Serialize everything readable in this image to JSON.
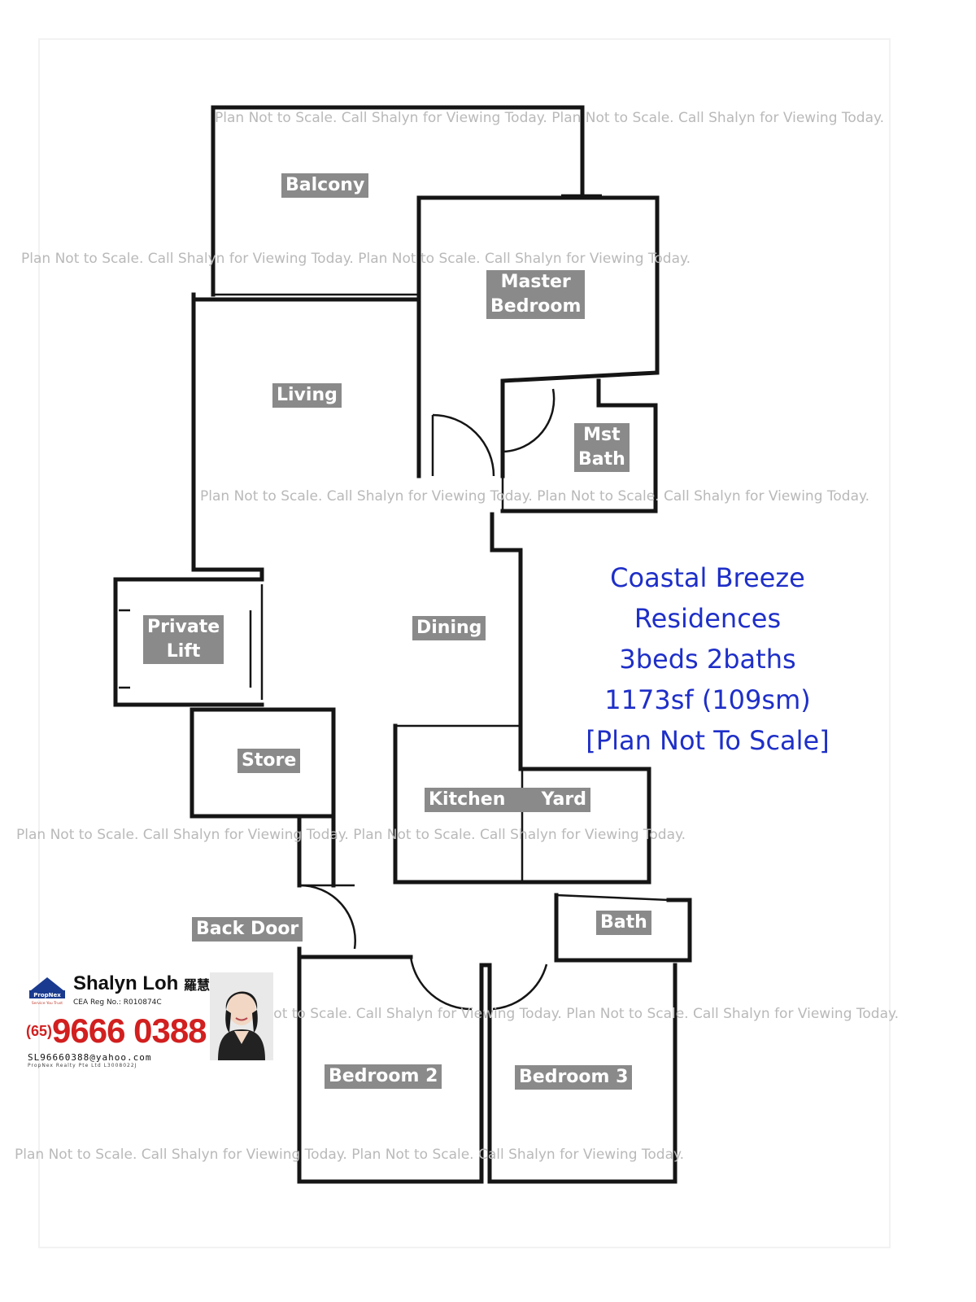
{
  "watermark_text": "Plan Not to Scale. Call Shalyn for Viewing Today. Plan Not to Scale. Call Shalyn for Viewing Today.",
  "rooms": {
    "balcony": "Balcony",
    "master_bedroom": [
      "Master",
      "Bedroom"
    ],
    "living": "Living",
    "mst_bath": [
      "Mst",
      "Bath"
    ],
    "private_lift": [
      "Private",
      "Lift"
    ],
    "dining": "Dining",
    "store": "Store",
    "kitchen": "Kitchen",
    "yard": "Yard",
    "back_door": "Back Door",
    "bath": "Bath",
    "bedroom_2": "Bedroom 2",
    "bedroom_3": "Bedroom 3"
  },
  "info": {
    "line1": "Coastal Breeze",
    "line2": "Residences",
    "line3": "3beds 2baths",
    "line4": "1173sf (109sm)",
    "line5": "[Plan Not To Scale]"
  },
  "agent": {
    "logo_text": "PropNex",
    "logo_tagline": "Service You Trust",
    "name": "Shalyn Loh",
    "chinese_name": "羅慧蘭",
    "cea": "CEA Reg No.: R010874C",
    "phone_prefix": "(65)",
    "phone": "9666 0388",
    "email": "SL96660388@yahoo.com",
    "company": "PropNex Realty Pte Ltd L3008022J"
  },
  "colors": {
    "label_bg": "#8a8a8a",
    "info_text": "#1e2fc8",
    "phone": "#d21f1f",
    "watermark": "#b9b9b9"
  }
}
